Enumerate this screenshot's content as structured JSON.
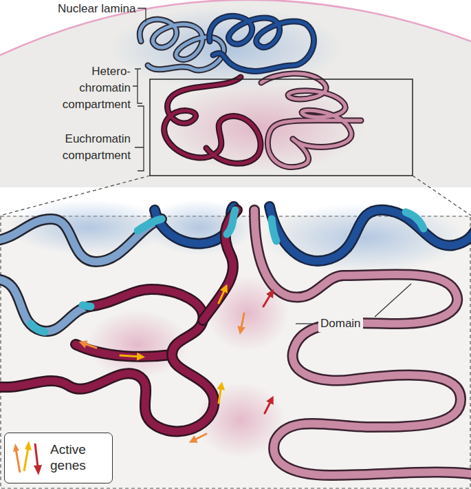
{
  "diagram": {
    "labels": [
      "Nuclear lamina",
      "Hetero- chromatin compartment",
      "Euchromatin compartment",
      "Domain"
    ],
    "legend": [
      {
        "text": "Active genes"
      }
    ]
  }
}
